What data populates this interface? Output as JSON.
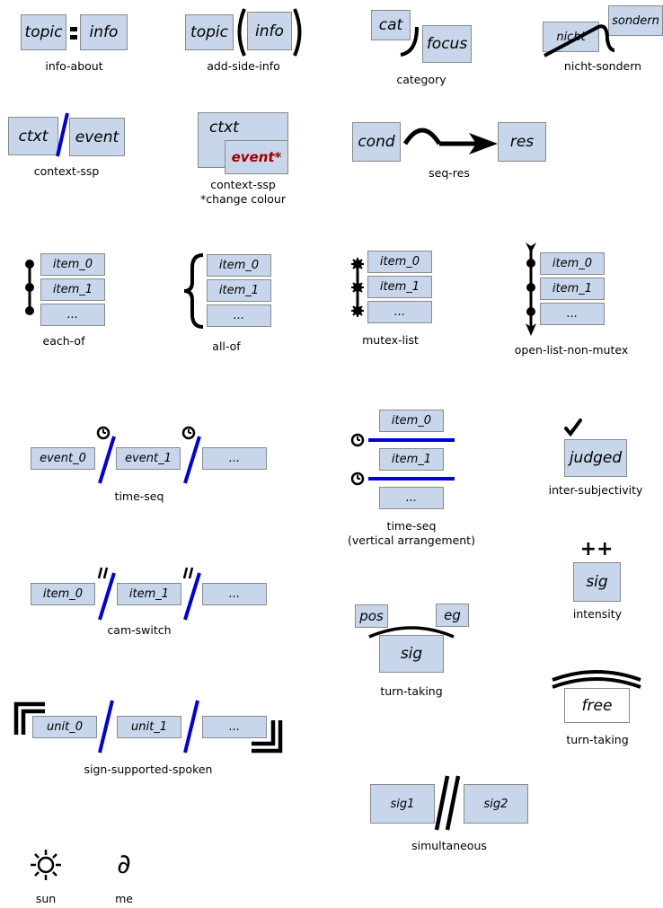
{
  "info_about": {
    "topic": "topic",
    "info": "info",
    "caption": "info-about"
  },
  "add_side_info": {
    "topic": "topic",
    "info": "info",
    "caption": "add-side-info"
  },
  "category": {
    "cat": "cat",
    "focus": "focus",
    "caption": "category"
  },
  "nicht_sondern": {
    "nicht": "nicht",
    "sondern": "sondern",
    "caption": "nicht-sondern"
  },
  "context_ssp_1": {
    "ctxt": "ctxt",
    "event": "event",
    "caption": "context-ssp"
  },
  "context_ssp_2": {
    "ctxt": "ctxt",
    "event": "event*",
    "caption": "context-ssp",
    "note": "*change colour"
  },
  "seq_res": {
    "cond": "cond",
    "res": "res",
    "caption": "seq-res"
  },
  "each_of": {
    "items": [
      "item_0",
      "item_1",
      "..."
    ],
    "caption": "each-of"
  },
  "all_of": {
    "items": [
      "item_0",
      "item_1",
      "..."
    ],
    "caption": "all-of"
  },
  "mutex_list": {
    "items": [
      "item_0",
      "item_1",
      "..."
    ],
    "caption": "mutex-list"
  },
  "open_list": {
    "items": [
      "item_0",
      "item_1",
      "..."
    ],
    "caption": "open-list-non-mutex"
  },
  "time_seq": {
    "items": [
      "event_0",
      "event_1",
      "..."
    ],
    "caption": "time-seq"
  },
  "time_seq_vertical": {
    "items": [
      "item_0",
      "item_1",
      "..."
    ],
    "caption": "time-seq",
    "caption2": "(vertical arrangement)"
  },
  "inter_subjectivity": {
    "label": "judged",
    "caption": "inter-subjectivity"
  },
  "intensity": {
    "label": "sig",
    "mark": "++",
    "caption": "intensity"
  },
  "cam_switch": {
    "items": [
      "item_0",
      "item_1",
      "..."
    ],
    "caption": "cam-switch"
  },
  "turn_taking_1": {
    "pos": "pos",
    "eg": "eg",
    "sig": "sig",
    "caption": "turn-taking"
  },
  "turn_taking_2": {
    "label": "free",
    "caption": "turn-taking"
  },
  "sign_supported": {
    "items": [
      "unit_0",
      "unit_1",
      "..."
    ],
    "caption": "sign-supported-spoken"
  },
  "simultaneous": {
    "left": "sig1",
    "right": "sig2",
    "caption": "simultaneous"
  },
  "sun": {
    "caption": "sun"
  },
  "me": {
    "symbol": "∂",
    "caption": "me"
  },
  "colors": {
    "box_fill": "#c7d6ea",
    "slash": "#0000dd",
    "red": "#a00000"
  }
}
